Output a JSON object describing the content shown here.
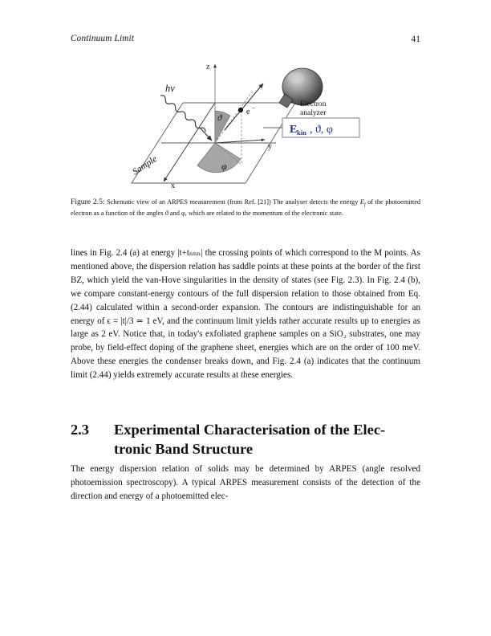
{
  "header": {
    "running_title": "Continuum Limit",
    "page_number": "41"
  },
  "figure": {
    "label": "Figure 2.5:",
    "caption": "Schematic view of an ARPES measurement (from Ref. [21]) The analyser detects the energy Eƒ of the photoemitted electron as a function of the angles ϑ and φ, which are related to the momentum of the electronic state.",
    "caption_part_1": "Schematic view of an ARPES measurement (from Ref. [21]) The analyser detects the energy ",
    "caption_energy_symbol": "E",
    "caption_energy_subscript": "f",
    "caption_part_2": " of the photoemitted electron as a function of the angles ϑ and φ, which are related to the momentum of the electronic state.",
    "diagram": {
      "axis_z": "z",
      "axis_y": "y",
      "axis_x": "x",
      "photon_label": "hv",
      "sample_label": "Sample",
      "electron_label": "e⁻",
      "analyzer_label_line1": "Electron",
      "analyzer_label_line2": "analyzer",
      "angle_theta": "ϑ",
      "angle_phi": "φ",
      "readout_box": "Eₖᵢₙ, ϑ, φ",
      "readout_box_main": "E",
      "readout_box_sub": "kin",
      "readout_box_rest": ", ϑ, φ",
      "box_text_color": "#2b2f7a",
      "box_border_color": "#9a9ab2",
      "analyzer_color": "#6d6d6d",
      "wedge_color": "#9a9a9a"
    }
  },
  "body": {
    "paragraph_1": "lines in Fig. 2.4 (a) at energy |t+tₙₙₙ| the crossing points of which correspond to the M points. As mentioned above, the dispersion relation has saddle points at these points at the border of the first BZ, which yield the van-Hove singularities in the density of states (see Fig. 2.3). In Fig. 2.4 (b), we compare constant-energy contours of the full dispersion relation to those obtained from Eq. (2.44) calculated within a second-order expansion. The contours are indistinguishable for an energy of ϵ = |t|/3 ≃ 1 eV, and the continuum limit yields rather accurate results up to energies as large as 2 eV. Notice that, in today's exfoliated graphene samples on a SiO₂ substrates, one may probe, by field-effect doping of the graphene sheet, energies which are on the order of 100 meV. Above these energies the condenser breaks down, and Fig. 2.4 (a) indicates that the continuum limit (2.44) yields extremely accurate results at these energies.",
    "paragraph_2": "The energy dispersion relation of solids may be determined by ARPES (angle resolved photoemission spectroscopy). A typical ARPES measurement consists of the detection of the direction and energy of a photoemitted elec-"
  },
  "section": {
    "number": "2.3",
    "title": "Experimental Characterisation of the Electronic Band Structure",
    "title_line_1": "Experimental Characterisation of the Elec-",
    "title_line_2": "tronic Band Structure"
  }
}
